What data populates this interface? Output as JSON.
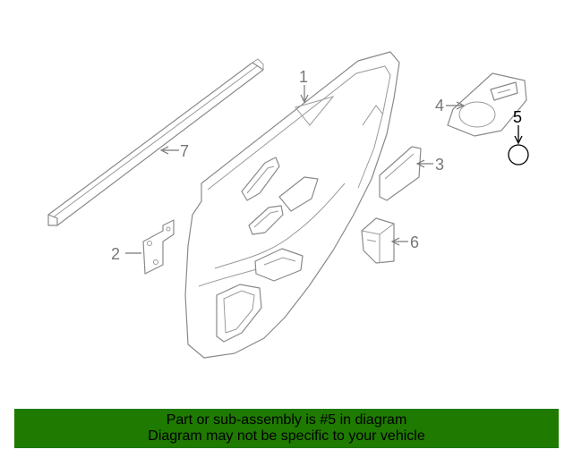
{
  "diagram": {
    "callouts": [
      {
        "id": "1",
        "label": "1",
        "highlighted": false
      },
      {
        "id": "2",
        "label": "2",
        "highlighted": false
      },
      {
        "id": "3",
        "label": "3",
        "highlighted": false
      },
      {
        "id": "4",
        "label": "4",
        "highlighted": false
      },
      {
        "id": "5",
        "label": "5",
        "highlighted": true
      },
      {
        "id": "6",
        "label": "6",
        "highlighted": false
      },
      {
        "id": "7",
        "label": "7",
        "highlighted": false
      }
    ]
  },
  "banner": {
    "line1": "Part or sub-assembly is #5 in diagram",
    "line2": "Diagram may not be specific to your vehicle",
    "background": "#1e7a00"
  },
  "colors": {
    "line": "#8a8a8a",
    "highlight": "#000000"
  }
}
